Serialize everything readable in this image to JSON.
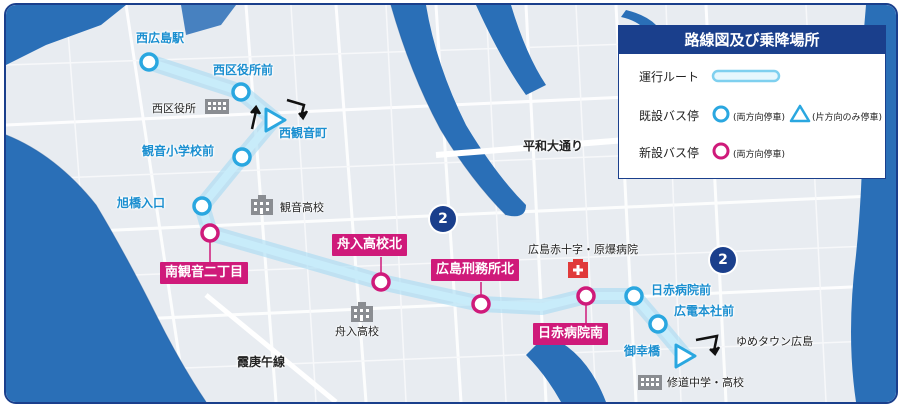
{
  "legend": {
    "title": "路線図及び乗降場所",
    "route_label": "運行ルート",
    "existing_label": "既設バス停",
    "existing_both_note": "(両方向停車)",
    "existing_one_note": "(片方向のみ停車)",
    "new_label": "新設バス停",
    "new_both_note": "(両方向停車)"
  },
  "colors": {
    "route": "#9fd9f2",
    "existing_stop": "#2aa7e0",
    "new_stop": "#cf1a7a",
    "legend_header": "#1a3f8c",
    "water": "#2a6fb7"
  },
  "existing_stops": [
    "西広島駅",
    "西区役所前",
    "西観音町",
    "観音小学校前",
    "旭橋入口",
    "日赤病院前",
    "広電本社前",
    "御幸橋"
  ],
  "new_stops": [
    "南観音二丁目",
    "舟入高校北",
    "広島刑務所北",
    "日赤病院南"
  ],
  "places": {
    "ward_office": "西区役所",
    "kannon_high": "観音高校",
    "funairi_high": "舟入高校",
    "red_cross_hospital": "広島赤十字・原爆病院",
    "shudo": "修道中学・高校",
    "youme_town": "ゆめタウン広島"
  },
  "roads": {
    "heiwa": "平和大通り",
    "kabe": "霞庚午線",
    "route_number": "2"
  },
  "icons": [
    "building-icon",
    "hospital-icon",
    "direction-arrow-icon",
    "route-2-shield-icon"
  ]
}
